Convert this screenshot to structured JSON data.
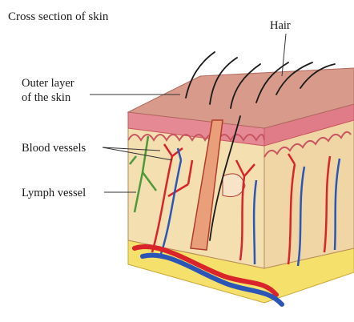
{
  "title": "Cross section of skin",
  "labels": {
    "hair": "Hair",
    "outer_layer_line1": "Outer layer",
    "outer_layer_line2": "of the skin",
    "blood_vessels": "Blood vessels",
    "lymph_vessel": "Lymph vessel"
  },
  "colors": {
    "epidermis_top": "#d89a8a",
    "epidermis_edge": "#c85560",
    "dermis": "#f3dfb0",
    "dermis_front_pink": "#e58a95",
    "subcutaneous": "#f4e06a",
    "artery": "#d8242a",
    "vein": "#2b56b8",
    "lymph": "#4e9a3a",
    "hair": "#1a1a1a",
    "label_text": "#1a1a1a",
    "leader_line": "#333333"
  }
}
